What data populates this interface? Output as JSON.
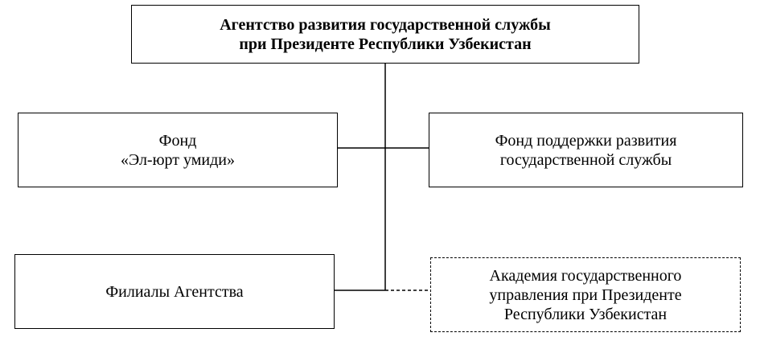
{
  "diagram": {
    "top": {
      "label": "Агентство развития государственной службы\nпри Президенте Республики Узбекистан"
    },
    "left": {
      "label": "Фонд\n«Эл-юрт умиди»"
    },
    "right": {
      "label": "Фонд поддержки развития\nгосударственной службы"
    },
    "branches": {
      "label": "Филиалы Агентства"
    },
    "academy": {
      "label": "Академия государственного\nуправления при Президенте\nРеспублики Узбекистан"
    }
  }
}
